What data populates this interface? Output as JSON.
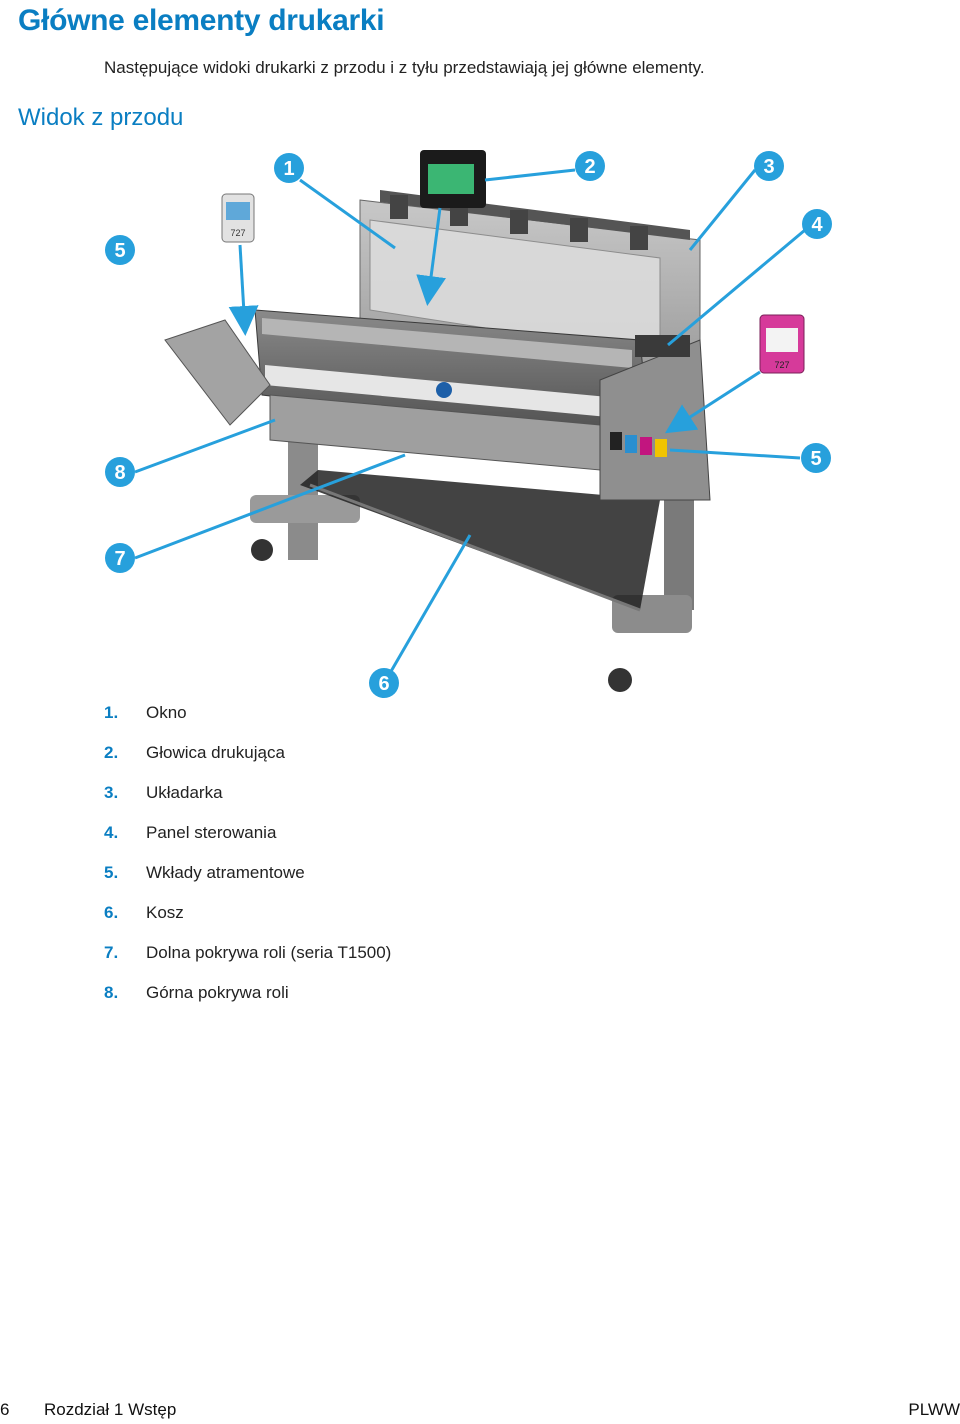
{
  "title": "Główne elementy drukarki",
  "intro": "Następujące widoki drukarki z przodu i z tyłu przedstawiają jej główne elementy.",
  "subtitle": "Widok z przodu",
  "callouts": [
    "1",
    "2",
    "3",
    "4",
    "5",
    "5",
    "6",
    "7",
    "8"
  ],
  "cartridge_label": "727",
  "legend": [
    {
      "num": "1.",
      "text": "Okno"
    },
    {
      "num": "2.",
      "text": "Głowica drukująca"
    },
    {
      "num": "3.",
      "text": "Układarka"
    },
    {
      "num": "4.",
      "text": "Panel sterowania"
    },
    {
      "num": "5.",
      "text": "Wkłady atramentowe"
    },
    {
      "num": "6.",
      "text": "Kosz"
    },
    {
      "num": "7.",
      "text": "Dolna pokrywa roli (seria T1500)"
    },
    {
      "num": "8.",
      "text": "Górna pokrywa roli"
    }
  ],
  "footer": {
    "page": "6",
    "chapter": "Rozdział 1   Wstęp",
    "lang": "PLWW"
  },
  "colors": {
    "accent": "#0a7ec2",
    "callout_line": "#27a0dc"
  }
}
